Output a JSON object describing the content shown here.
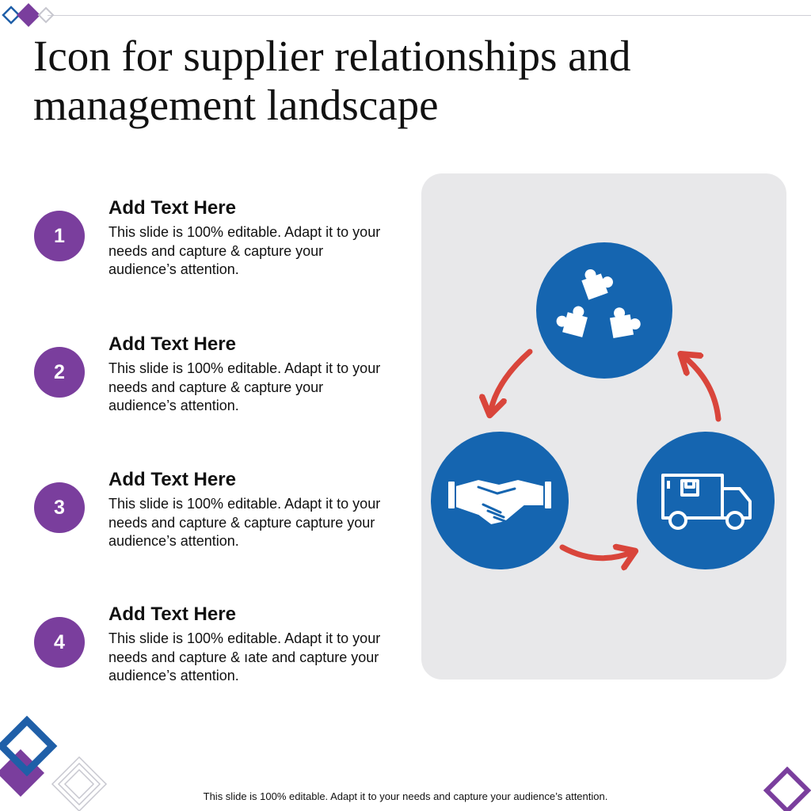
{
  "title": "Icon for supplier relationships and management landscape",
  "items": [
    {
      "number": "1",
      "heading": "Add Text Here",
      "body": "This slide is 100% editable. Adapt it to your needs and capture & capture your audience’s attention."
    },
    {
      "number": "2",
      "heading": "Add Text Here",
      "body": "This slide is 100% editable. Adapt it to your needs and capture & capture your audience’s attention."
    },
    {
      "number": "3",
      "heading": "Add Text Here",
      "body": "This slide is 100% editable. Adapt it to your needs and capture & capture capture your audience’s attention."
    },
    {
      "number": "4",
      "heading": "Add Text Here",
      "body": "This slide is 100% editable. Adapt it to your needs and capture & ıate and capture your audience’s attention."
    }
  ],
  "icons": [
    "puzzle-pieces-icon",
    "handshake-icon",
    "delivery-truck-icon"
  ],
  "footer": "This slide is 100% editable. Adapt it to your needs and capture your audience’s attention.",
  "colors": {
    "number_circle": "#7a3e9d",
    "icon_circle": "#1565b0",
    "arrow": "#d9453b",
    "panel": "#e8e8ea"
  }
}
